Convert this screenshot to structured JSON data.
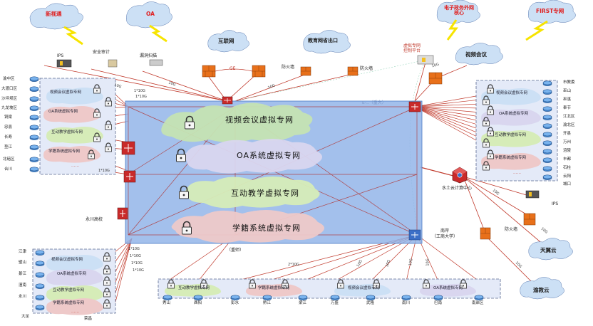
{
  "external_clouds": {
    "xin_shitong": "新视通",
    "oa": "OA",
    "internet": "互联网",
    "edu_exit": "教育网省出口",
    "egov": "电子政务外网核心",
    "first": "FIRST专网",
    "video_conf": "视频会议",
    "tianyi": "天翼云",
    "yujiao": "渝教云"
  },
  "top_devices": {
    "ips": "IPS",
    "audit": "安全审计",
    "scanner": "漏洞扫描",
    "fw_left": "防火墙",
    "fw_right": "防火墙",
    "fw_cloud": "防火墙",
    "ips_right": "IPS",
    "ge": "GE",
    "vpn_ctrl_line1": "虚拟专网",
    "vpn_ctrl_line2": "控制平台"
  },
  "core": {
    "vpn1": "视频会议虚拟专网",
    "vpn2": "OA系统虚拟专网",
    "vpn3": "互动教学虚拟专网",
    "vpn4": "学籍系统虚拟专网",
    "chongshi": "（重师）",
    "school_hub": "水土云计算中心",
    "nanan_line1": "南岸",
    "nanan_line2": "（工商大学）",
    "yongchuan": "永川高校",
    "top_faint": "E-..（重大）"
  },
  "left_group": {
    "sites": [
      "渝中区",
      "大渡口区",
      "沙坪坝区",
      "九龙坡区",
      "铜梁",
      "忠县",
      "长寿",
      "垫江",
      "北碚区",
      "合川"
    ],
    "subnets": [
      "视频会议虚拟专网",
      "OA系统虚拟专网",
      "互动教学虚拟专网",
      "学籍系统虚拟专网"
    ],
    "dots": "……"
  },
  "right_group": {
    "sites": [
      "市教委",
      "巫山",
      "巫溪",
      "奉节",
      "江北区",
      "渝北区",
      "开县",
      "万州",
      "涪陵",
      "丰都",
      "石柱",
      "云阳",
      "城口"
    ],
    "subnets": [
      "视频会议虚拟专网",
      "OA系统虚拟专网",
      "互动教学虚拟专网",
      "学籍系统虚拟专网"
    ],
    "dots": "……"
  },
  "lower_left_group": {
    "sites": [
      "江津",
      "璧山",
      "綦江",
      "潼南",
      "永川",
      "大足",
      "荣昌"
    ],
    "subnets": [
      "视频会议虚拟专网",
      "OA系统虚拟专网",
      "互动教学虚拟专网",
      "学籍系统虚拟专网"
    ],
    "dots": "……"
  },
  "bottom_group": {
    "sites": [
      "秀山",
      "酉阳",
      "彭水",
      "黔江",
      "梁江",
      "万盛",
      "武隆",
      "南川",
      "巴南",
      "南岸区"
    ],
    "subnets": [
      "互动教学虚拟专网",
      "学籍系统虚拟专网",
      "视频会议虚拟专网",
      "OA系统虚拟专网"
    ]
  },
  "link_labels": {
    "g10": "10G",
    "g1x10": "1*10G",
    "g2x10": "2*10G"
  },
  "colors": {
    "core_fill": "#8fb2e8",
    "group_fill": "#e4eaf8",
    "cloud_fill": "#cce0f5",
    "link_red": "#c0392b",
    "link_dark": "#3a3a4a",
    "firewall": "#e8701a",
    "lightning": "#f7e400",
    "vpn_green": "#d6ecb8",
    "vpn_pink": "#eec9c9",
    "vpn_lav": "#d9d6ef"
  }
}
